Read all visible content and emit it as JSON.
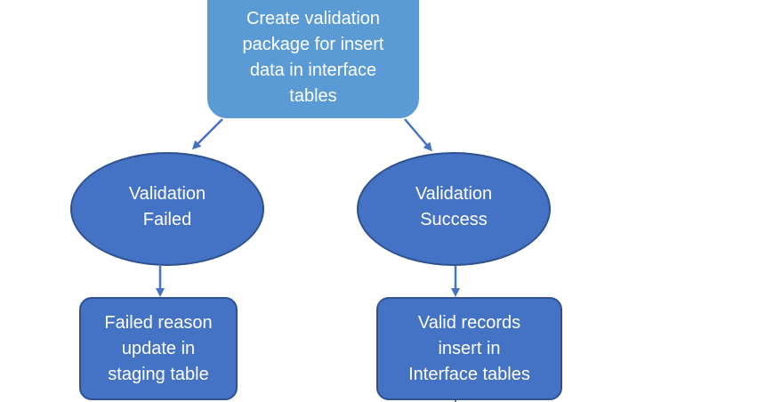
{
  "diagram": {
    "nodes": {
      "create_package": "Create validation\npackage for insert\ndata in interface\ntables",
      "validation_failed": "Validation\nFailed",
      "validation_success": "Validation\nSuccess",
      "failed_reason": "Failed reason\nupdate in\nstaging table",
      "valid_records": "Valid records\ninsert in\nInterface tables"
    },
    "colors": {
      "top_fill": "#5b9bd5",
      "node_fill": "#4472c4",
      "node_border": "#2f528f",
      "arrow": "#4472c4",
      "text": "#ffffff"
    }
  }
}
